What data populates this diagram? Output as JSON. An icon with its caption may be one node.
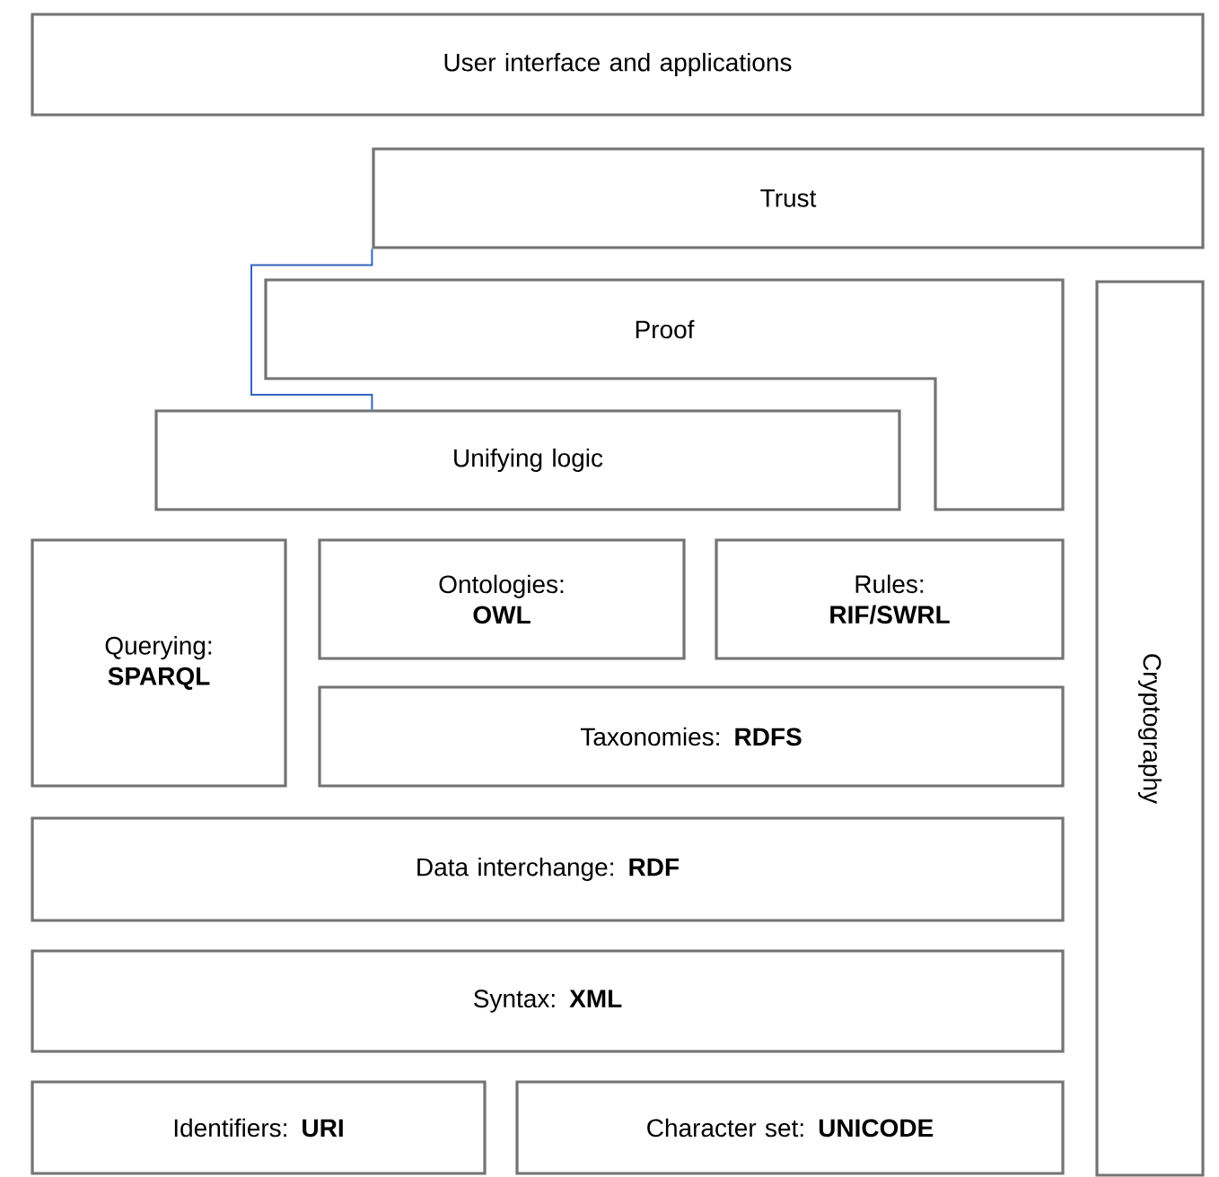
{
  "diagram": {
    "nodes": [
      {
        "text": [
          "User interface and applications"
        ]
      },
      {
        "text": [
          "Trust"
        ]
      },
      {
        "text": [
          "Proof"
        ]
      },
      {
        "text": [
          "Cryptography"
        ]
      },
      {
        "text": [
          "Unifying logic"
        ]
      },
      {
        "text": [
          "Querying: **SPARQL**"
        ]
      },
      {
        "text": [
          "Ontologies: **OWL**"
        ]
      },
      {
        "text": [
          "Rules: **RIF/SWRL**"
        ]
      },
      {
        "text": [
          "Taxonomies: **RDFS**"
        ]
      },
      {
        "text": [
          "Data interchange: **RDF**"
        ]
      },
      {
        "text": [
          "Syntax: **XML**"
        ]
      },
      {
        "text": [
          "Identifiers: **URI**"
        ]
      },
      {
        "text": [
          "Character set: **UNICODE**"
        ]
      }
    ],
    "edges": [
      {
        "from": 1,
        "to": 4,
        "arrow": "none",
        "color": "#3366bb"
      }
    ]
  }
}
